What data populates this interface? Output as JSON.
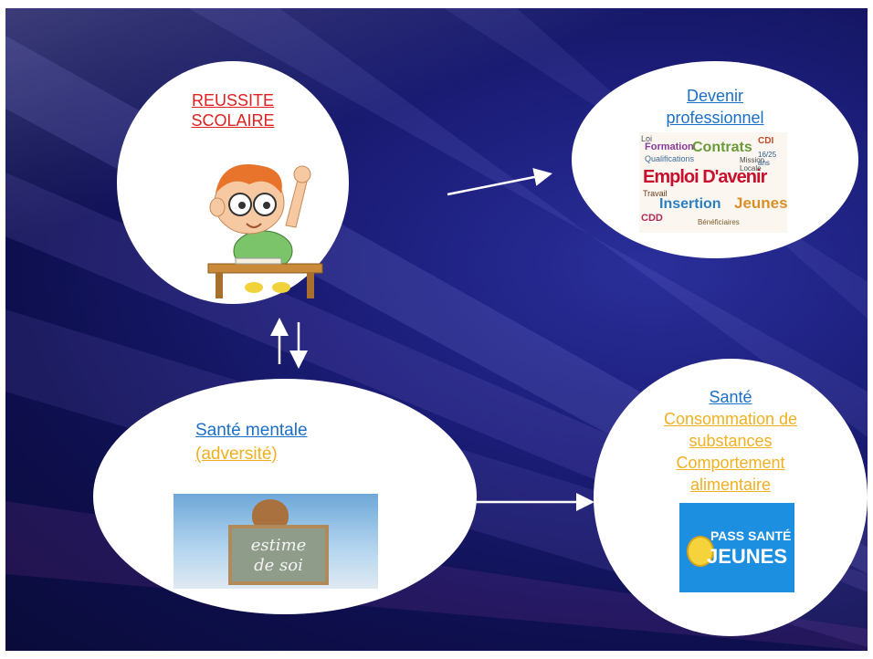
{
  "nodes": {
    "reussite": {
      "line1": "REUSSITE",
      "line2": "SCOLAIRE",
      "color": "#e02020"
    },
    "devenir": {
      "line1": "Devenir",
      "line2": "professionnel",
      "color": "#1b6fc6"
    },
    "mentale": {
      "line1": "Santé mentale",
      "line2": "(adversité)",
      "color1": "#1b6fc6",
      "color2": "#f0b020"
    },
    "sante": {
      "title": "Santé",
      "line1": "Consommation de",
      "line2": "substances",
      "line3": "Comportement",
      "line4": "alimentaire",
      "color1": "#1b6fc6",
      "color2": "#f0b020"
    }
  },
  "images": {
    "word_cloud": [
      "Emploi D'avenir",
      "Insertion",
      "Jeunes",
      "Contrats",
      "Formation",
      "Qualifications",
      "CDI",
      "CDD",
      "Mission Locale",
      "Travail",
      "Loi",
      "Bénéficiaires",
      "16/25 ans"
    ],
    "chalkboard": {
      "line1": "estime",
      "line2": "de soi"
    },
    "pass_sante": {
      "line1": "PASS SANTÉ",
      "line2": "JEUNES",
      "bg": "#1d8fe0"
    }
  },
  "arrows": [
    {
      "from": "reussite",
      "to": "devenir"
    },
    {
      "from": "mentale",
      "to": "reussite"
    },
    {
      "from": "reussite",
      "to": "mentale"
    },
    {
      "from": "mentale",
      "to": "sante"
    }
  ]
}
